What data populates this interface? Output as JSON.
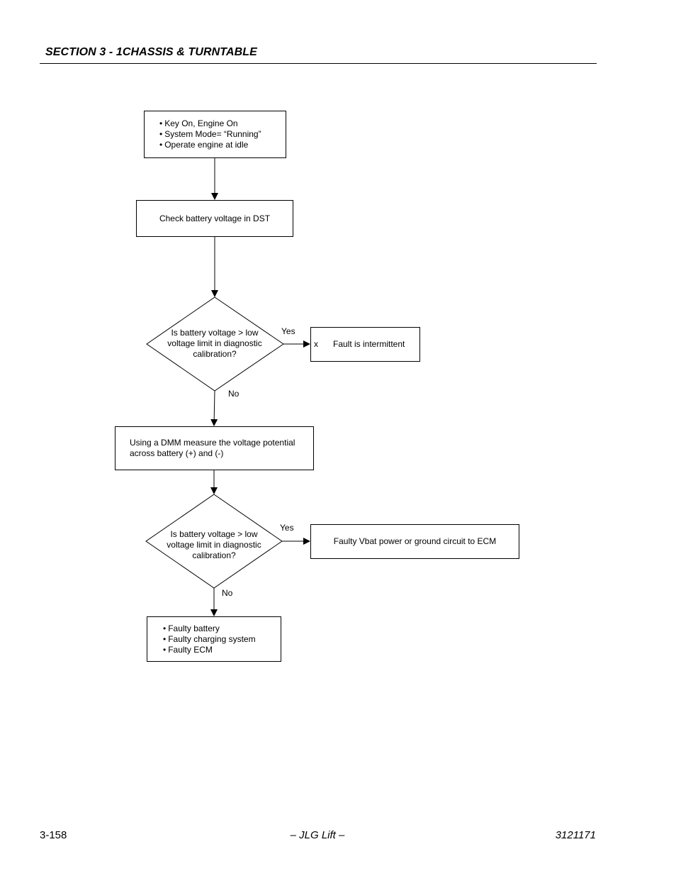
{
  "header": {
    "section_title": "SECTION 3 - 1CHASSIS & TURNTABLE"
  },
  "flowchart": {
    "start": {
      "items": [
        "Key On, Engine On",
        "System Mode= “Running”",
        "Operate engine at idle"
      ]
    },
    "check_dst": "Check battery voltage in DST",
    "decision1": {
      "text": "Is battery voltage > low voltage limit in diagnostic calibration?",
      "yes_label": "Yes",
      "no_label": "No",
      "marker": "x"
    },
    "intermittent": "Fault is intermittent",
    "dmm_measure": {
      "line1": "Using a DMM measure the voltage potential",
      "line2": "across battery (+) and (-)"
    },
    "decision2": {
      "text": "Is battery voltage > low voltage limit in diagnostic calibration?",
      "yes_label": "Yes",
      "no_label": "No"
    },
    "vbat_fault": "Faulty Vbat power or ground circuit to ECM",
    "end": {
      "items": [
        "Faulty battery",
        "Faulty charging system",
        "Faulty ECM"
      ]
    }
  },
  "footer": {
    "page_number": "3-158",
    "brand": "– JLG Lift –",
    "doc_number": "3121171"
  }
}
